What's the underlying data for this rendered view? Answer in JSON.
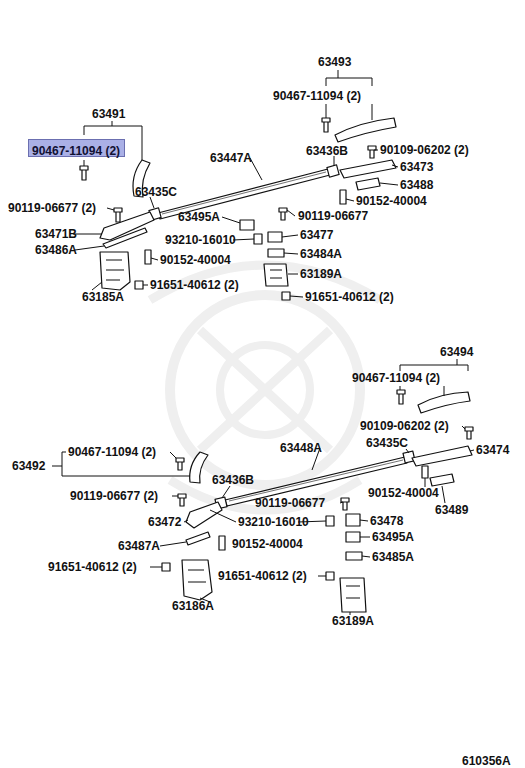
{
  "diagram": {
    "nodes": [
      {
        "text": [
          "90467-11094 (2)"
        ]
      }
    ],
    "labels": [
      "63493",
      "90467-11094 (2)",
      "63491",
      "63447A",
      "63436B",
      "90109-06202 (2)",
      "63473",
      "63488",
      "90152-40004",
      "63435C",
      "90119-06677 (2)",
      "63495A",
      "90119-06677",
      "93210-16010",
      "63477",
      "63471B",
      "63486A",
      "90152-40004",
      "63484A",
      "63189A",
      "91651-40612 (2)",
      "91651-40612 (2)",
      "63185A",
      "63494",
      "90467-11094 (2)",
      "90109-06202 (2)",
      "63435C",
      "63474",
      "63492",
      "90467-11094 (2)",
      "63448A",
      "63436B",
      "90152-40004",
      "90119-06677 (2)",
      "90119-06677",
      "63489",
      "63472",
      "93210-16010",
      "63478",
      "63495A",
      "63487A",
      "90152-40004",
      "63485A",
      "91651-40612 (2)",
      "91651-40612 (2)",
      "63186A",
      "63189A",
      "610356A"
    ]
  }
}
